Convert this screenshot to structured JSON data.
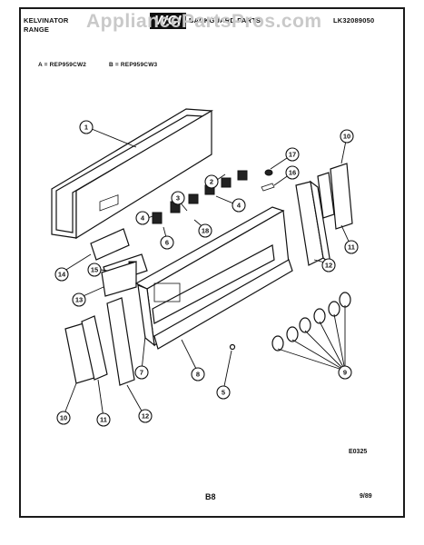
{
  "header": {
    "brand": "KELVINATOR",
    "product": "RANGE",
    "title": "BACKGUARD PARTS",
    "logo": "WCI",
    "watermark": "AppliancePartsPros.com",
    "doc_number": "LK32089050",
    "model_a": "A = REP959CW2",
    "model_b": "B = REP959CW3"
  },
  "footer": {
    "figure_code": "E0325",
    "page": "B8",
    "date": "9/89"
  },
  "callouts": [
    "1",
    "2",
    "3",
    "4",
    "4",
    "5",
    "6",
    "7",
    "8",
    "9",
    "10",
    "10",
    "11",
    "11",
    "12",
    "12",
    "13",
    "14",
    "15",
    "16",
    "17",
    "18"
  ]
}
